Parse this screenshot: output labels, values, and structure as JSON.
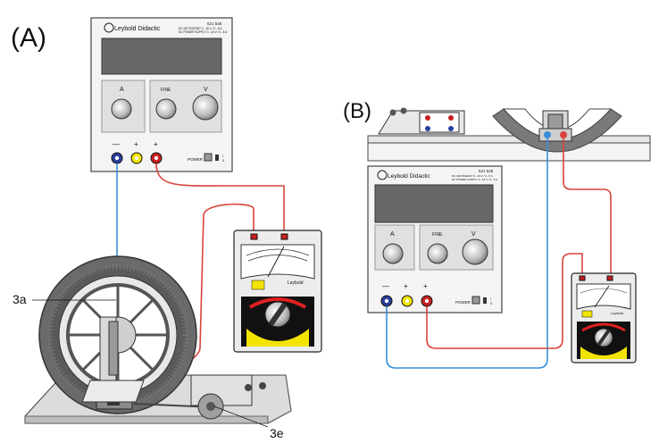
{
  "panel_labels": {
    "a": "(A)",
    "b": "(B)"
  },
  "callouts": {
    "a": "3a",
    "e": "3e"
  },
  "power_supply": {
    "brand": "Leybold Didactic",
    "model": "521 545",
    "spec_line1": "DC-NETZGERÄT 0...16 V / 0...5 A",
    "spec_line2": "DC POWER SUPPLY 0...16 V / 0...5 A",
    "knob_labels": [
      "A",
      "FINE",
      "V"
    ],
    "terminal_labels": [
      "—",
      "+",
      "+"
    ],
    "power_label": "POWER",
    "switch_on": "I",
    "switch_off": "0"
  },
  "meter": {
    "brand": "Leybold"
  },
  "colors": {
    "blue_wire": "#3a8fd8",
    "red_wire": "#d9443a",
    "yellow": "#f2e400",
    "meter_red": "#e02020",
    "dark_grey": "#555555"
  },
  "icons": [
    "leybold-logo-icon",
    "multimeter-icon",
    "power-supply-icon",
    "gyroscope-icon"
  ]
}
